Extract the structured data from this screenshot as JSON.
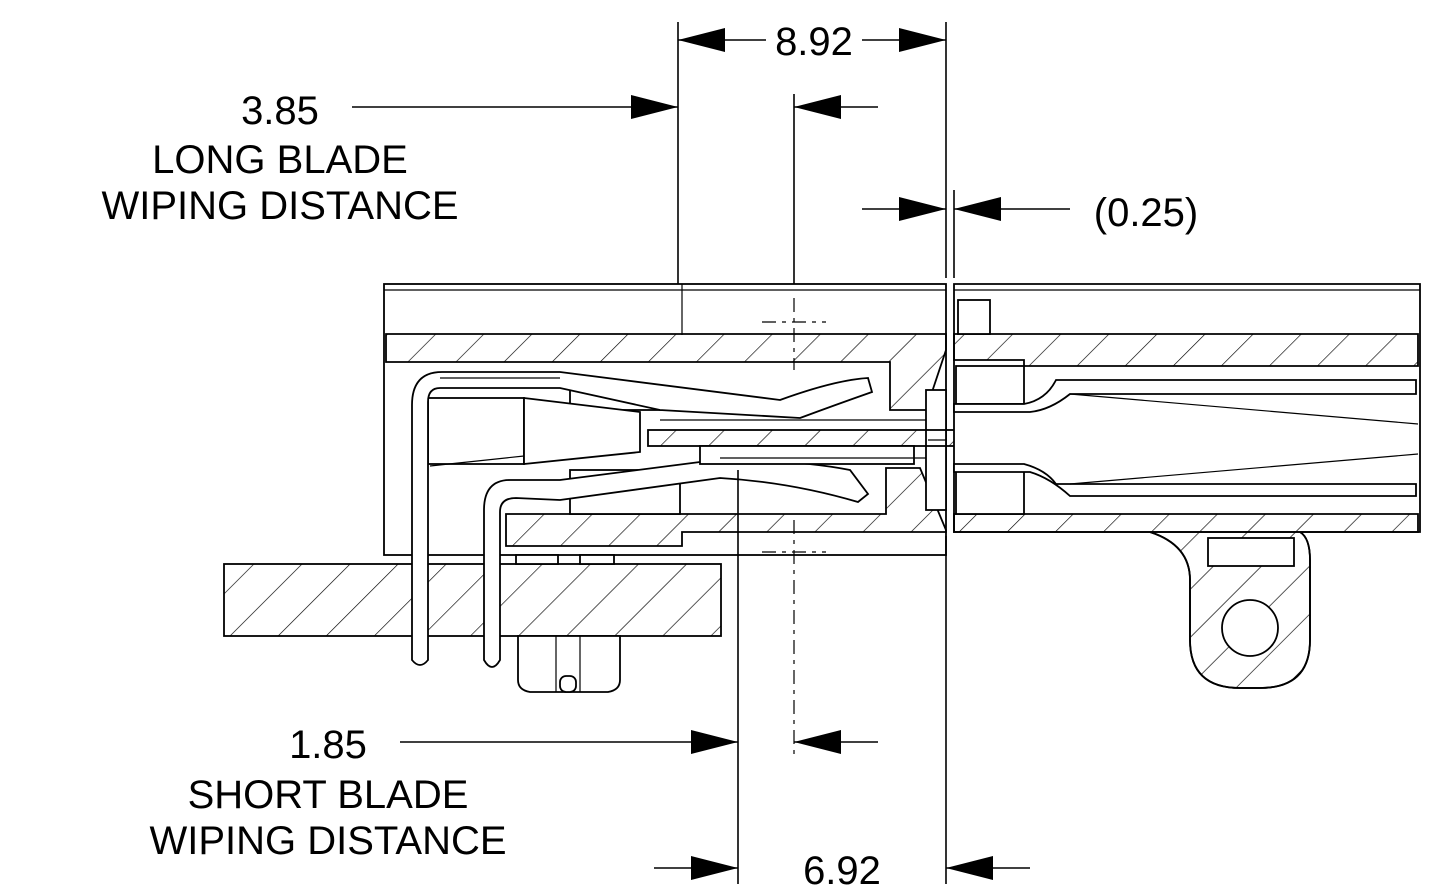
{
  "dimensions": {
    "overall_top": "8.92",
    "long_blade_value": "3.85",
    "long_blade_label_line1": "LONG BLADE",
    "long_blade_label_line2": "WIPING DISTANCE",
    "gap_value": "(0.25)",
    "short_blade_value": "1.85",
    "short_blade_label_line1": "SHORT BLADE",
    "short_blade_label_line2": "WIPING DISTANCE",
    "overall_bottom": "6.92"
  }
}
